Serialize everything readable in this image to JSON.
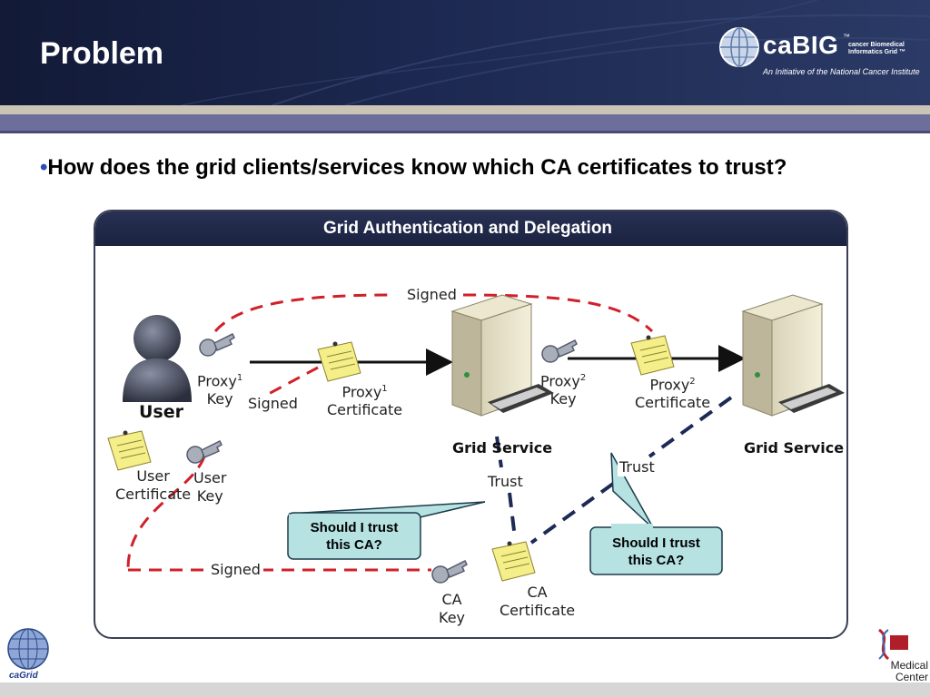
{
  "header": {
    "title": "Problem",
    "logo": {
      "word": "caBIG",
      "tm": "™",
      "sub": "cancer Biomedical Informatics Grid ™",
      "tagline": "An Initiative of the National Cancer Institute"
    }
  },
  "bullet": {
    "text": "How does the grid clients/services know which CA certificates to trust?"
  },
  "diagram": {
    "title": "Grid Authentication and Delegation",
    "labels": {
      "user": "User",
      "proxy1_key": "Proxy",
      "proxy1_key_sup": "1",
      "proxy1_key_2": "Key",
      "proxy1_cert": "Proxy",
      "proxy1_cert_sup": "1",
      "proxy1_cert_2": "Certificate",
      "signed_top": "Signed",
      "signed_mid": "Signed",
      "signed_bottom": "Signed",
      "grid_service_1": "Grid Service",
      "grid_service_2": "Grid Service",
      "proxy2_key": "Proxy",
      "proxy2_key_sup": "2",
      "proxy2_key_2": "Key",
      "proxy2_cert": "Proxy",
      "proxy2_cert_sup": "2",
      "proxy2_cert_2": "Certificate",
      "user_cert": "User",
      "user_cert_2": "Certificate",
      "user_key": "User",
      "user_key_2": "Key",
      "trust_1": "Trust",
      "trust_2": "Trust",
      "ca_key": "CA",
      "ca_key_2": "Key",
      "ca_cert": "CA",
      "ca_cert_2": "Certificate"
    },
    "callouts": [
      {
        "line1": "Should I trust",
        "line2": "this CA?"
      },
      {
        "line1": "Should I trust",
        "line2": "this CA?"
      }
    ],
    "colors": {
      "signed_line": "#d0202a",
      "trust_line": "#1c2a55",
      "callout_fill": "#b6e2e2",
      "note_fill": "#f5ef8a"
    }
  },
  "footer": {
    "left_logo": "caGrid",
    "right_logo": "Medical Center"
  }
}
